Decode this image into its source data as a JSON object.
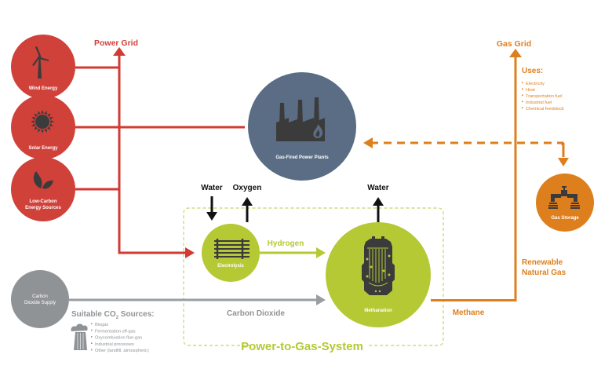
{
  "colors": {
    "red": "#d0413a",
    "red_line": "#d23a33",
    "slate": "#5a6d85",
    "green": "#b5c935",
    "green_dash": "#cfdc7a",
    "orange": "#de7f1e",
    "gray": "#8f9396",
    "gray_line": "#9a9ea2",
    "dark": "#3b3b3b",
    "black": "#111111"
  },
  "sources": [
    {
      "label": "Wind Energy",
      "icon": "wind-turbine-icon"
    },
    {
      "label": "Solar Energy",
      "icon": "sun-icon"
    },
    {
      "label_line1": "Low-Carbon",
      "label_line2": "Energy Sources",
      "icon": "leaf-icon"
    }
  ],
  "power_grid": {
    "label": "Power Grid"
  },
  "gas_plant": {
    "label": "Gas-Fired Power Plants",
    "icon": "factory-icon"
  },
  "gas_grid": {
    "label": "Gas Grid",
    "uses_title": "Uses:",
    "uses": [
      "Electricity",
      "Heat",
      "Transportation fuel",
      "Industrial fuel",
      "Chemical feedstock"
    ]
  },
  "gas_storage": {
    "label": "Gas Storage",
    "icon": "pipe-valve-icon"
  },
  "renewable_gas": {
    "line1": "Renewable",
    "line2": "Natural Gas"
  },
  "electrolysis": {
    "label": "Electrolysis",
    "input": "Water",
    "output": "Oxygen",
    "icon": "electrolyzer-icon"
  },
  "hydrogen": {
    "label": "Hydrogen"
  },
  "methanation": {
    "label": "Methanation",
    "output": "Water",
    "icon": "reactor-icon"
  },
  "methane": {
    "label": "Methane"
  },
  "co2_supply": {
    "line1": "Carbon",
    "line2": "Dioxide Supply"
  },
  "carbon_dioxide": {
    "label": "Carbon Dioxide"
  },
  "co2_sources": {
    "title_prefix": "Suitable CO",
    "title_sub": "2",
    "title_suffix": " Sources:",
    "items": [
      "Biogas",
      "Fermentation off-gas",
      "Oxycombustion flue-gas",
      "Industrial processes",
      "Other (landfill, atmospheric)"
    ]
  },
  "system": {
    "label": "Power-to-Gas-System"
  }
}
